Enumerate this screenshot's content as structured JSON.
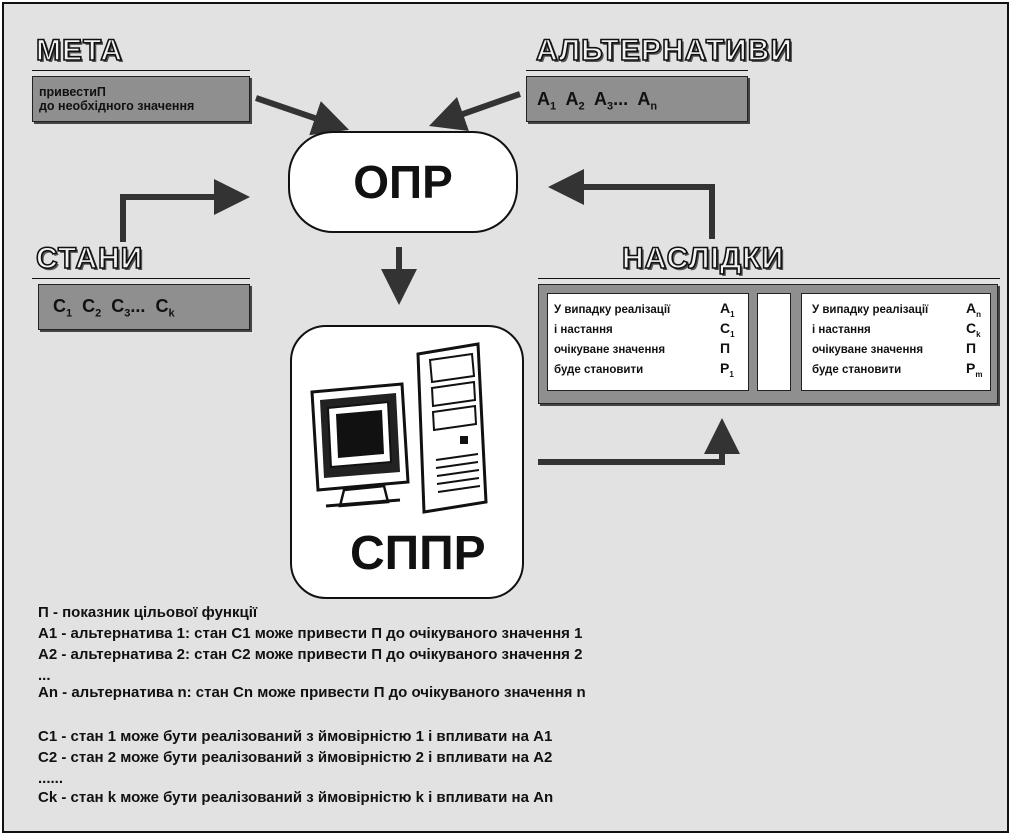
{
  "goal": {
    "heading": "МЕТА",
    "line1": "привестиП",
    "line2": "до необхідного значення"
  },
  "alternatives": {
    "heading": "АЛЬТЕРНАТИВИ",
    "items": [
      {
        "letter": "A",
        "sub": "1"
      },
      {
        "letter": "A",
        "sub": "2"
      },
      {
        "letter": "A",
        "sub": "3"
      }
    ],
    "ellipsis": "...",
    "last": {
      "letter": "A",
      "sub": "n"
    }
  },
  "decision_maker": {
    "label": "ОПР"
  },
  "states": {
    "heading": "СТАНИ",
    "items": [
      {
        "letter": "C",
        "sub": "1"
      },
      {
        "letter": "C",
        "sub": "2"
      },
      {
        "letter": "C",
        "sub": "3"
      }
    ],
    "ellipsis": "...",
    "last": {
      "letter": "C",
      "sub": "k"
    }
  },
  "dss": {
    "label": "СППР"
  },
  "consequences": {
    "heading": "НАСЛІДКИ",
    "left": {
      "row1": "У випадку реалізації",
      "sym1": "A",
      "sub1": "1",
      "row2": "і настання",
      "sym2": "C",
      "sub2": "1",
      "row3": "очікуване значення",
      "sym3": "П",
      "row4": "буде становити",
      "sym4": "P",
      "sub4": "1"
    },
    "right": {
      "row1": "У випадку реалізації",
      "sym1": "A",
      "sub1": "n",
      "row2": "і настання",
      "sym2": "C",
      "sub2": "k",
      "row3": "очікуване значення",
      "sym3": "П",
      "row4": "буде становити",
      "sym4": "P",
      "sub4": "m"
    }
  },
  "legend": [
    "П - показник цільової функції",
    "A1 - альтернатива 1: стан C1 може привести П до очікуваного значення 1",
    "A2 - альтернатива 2: стан C2 може привести П до очікуваного значення 2",
    "...",
    "An - альтернатива n: стан Cn може привести П до очікуваного значення n",
    "C1 - стан 1 може бути реалізований з ймовірністю 1 і впливати на A1",
    "C2 - стан 2 може бути реалізований з ймовірністю 2 і впливати на A2",
    "......",
    "Ck - стан k може бути реалізований з ймовірністю k і впливати на An"
  ]
}
